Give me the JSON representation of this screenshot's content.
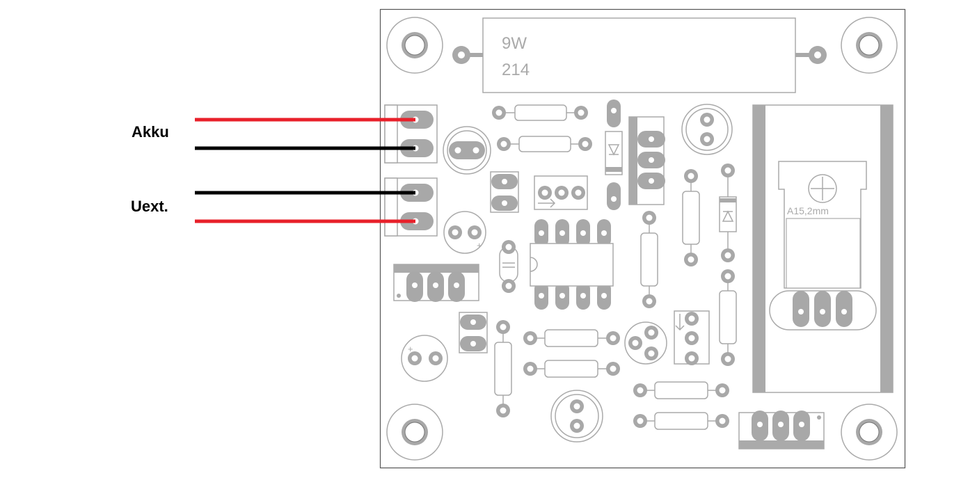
{
  "labels": {
    "akku": "Akku",
    "uext": "Uext.",
    "resistor_power": "9W",
    "resistor_value": "214",
    "heatsink": "A15,2mm"
  },
  "colors": {
    "wire_positive": "#e8202a",
    "wire_negative": "#000000",
    "silkscreen": "#aaaaaa",
    "pad": "#a8a8a8",
    "board_outline": "#555555",
    "background": "#ffffff"
  }
}
